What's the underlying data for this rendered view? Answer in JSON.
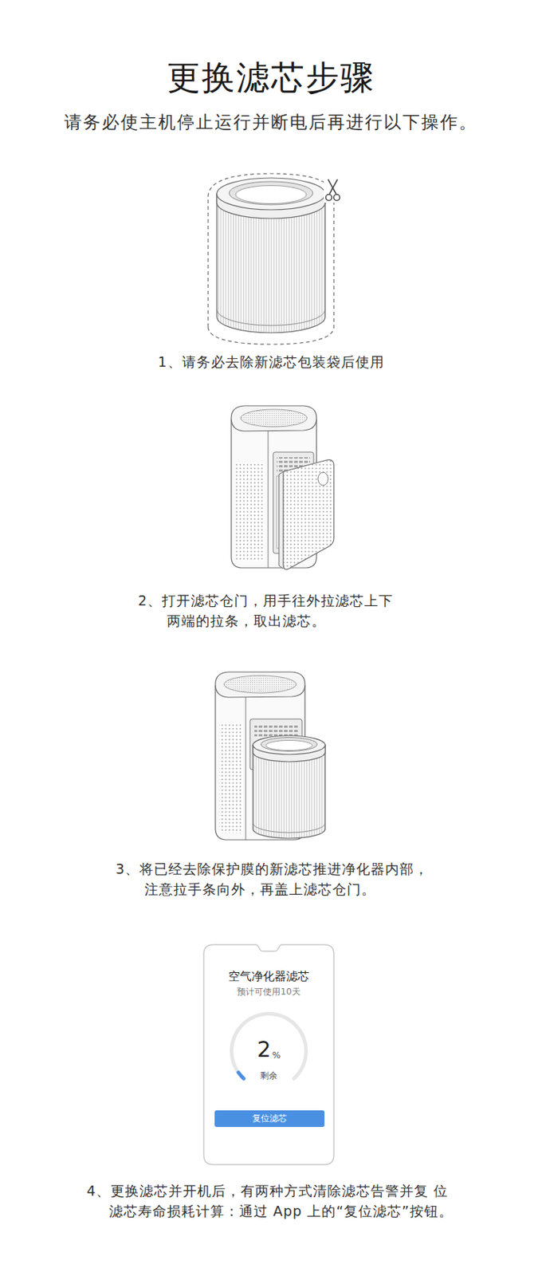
{
  "diagram": {
    "title": "更换滤芯步骤",
    "nodes": [
      {
        "text": [
          "空气净化器滤芯",
          "预计可使用10天"
        ]
      },
      {
        "text": [
          "2",
          "%",
          "剩余"
        ],
        "in": 0
      },
      {
        "text": [
          "复位滤芯"
        ],
        "in": 0
      }
    ],
    "labels": [
      "请务必使主机停止运行并断电后再进行以下操作。",
      "1、请务必去除新滤芯包装袋后使用",
      "2、打开滤芯仓门，用手往外拉滤芯上下 两端的拉条，取出滤芯。",
      "3、将已经去除保护膜的新滤芯推进净化器内部， 注意拉手条向外，再盖上滤芯仓门。",
      "4、更换滤芯并开机后，有两种方式清除滤芯告警并复 位 滤芯寿命损耗计算：通过 App 上的“复位滤芯”按钮。"
    ]
  }
}
